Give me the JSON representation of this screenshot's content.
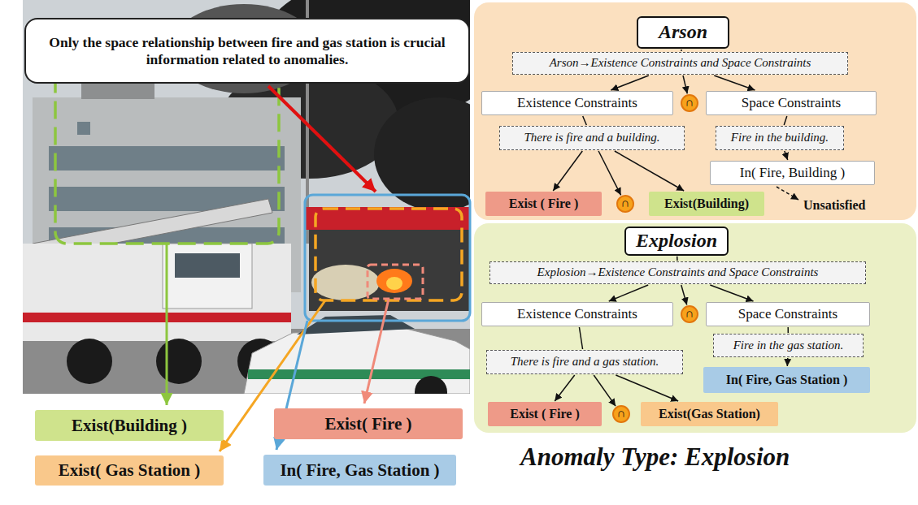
{
  "diagram": {
    "nodes": [
      {
        "text": [
          "Only the space relationship between fire and gas station is crucial information related to anomalies."
        ]
      },
      {
        "text": [
          "Exist(Building )"
        ]
      },
      {
        "text": [
          "Exist( Fire )"
        ]
      },
      {
        "text": [
          "Exist( Gas Station )"
        ]
      },
      {
        "text": [
          "In( Fire, Gas Station )"
        ]
      },
      {
        "text": [
          "Arson"
        ]
      },
      {
        "text": [
          "Arson→Existence Constraints and Space Constraints"
        ]
      },
      {
        "text": [
          "Existence Constraints"
        ]
      },
      {
        "text": [
          "∩"
        ]
      },
      {
        "text": [
          "Space Constraints"
        ]
      },
      {
        "text": [
          "There is fire and a building."
        ]
      },
      {
        "text": [
          "Fire in the building."
        ]
      },
      {
        "text": [
          "In( Fire, Building )"
        ]
      },
      {
        "text": [
          "Exist ( Fire )"
        ]
      },
      {
        "text": [
          "∩"
        ]
      },
      {
        "text": [
          "Exist(Building)"
        ]
      },
      {
        "text": [
          "Explosion"
        ]
      },
      {
        "text": [
          "Explosion→Existence Constraints and Space Constraints"
        ]
      },
      {
        "text": [
          "Existence Constraints"
        ]
      },
      {
        "text": [
          "∩"
        ]
      },
      {
        "text": [
          "Space Constraints"
        ]
      },
      {
        "text": [
          "There is fire and a gas station."
        ]
      },
      {
        "text": [
          "Fire in the gas station."
        ]
      },
      {
        "text": [
          "In( Fire, Gas Station )"
        ]
      },
      {
        "text": [
          "Exist ( Fire )"
        ]
      },
      {
        "text": [
          "∩"
        ]
      },
      {
        "text": [
          "Exist(Gas Station)"
        ]
      }
    ],
    "edges": [
      {
        "from": 5,
        "to": 6,
        "arrow": "none"
      },
      {
        "from": 6,
        "to": 7,
        "arrow": "to"
      },
      {
        "from": 6,
        "to": 8,
        "arrow": "to"
      },
      {
        "from": 6,
        "to": 9,
        "arrow": "to"
      },
      {
        "from": 7,
        "to": 10,
        "arrow": "none"
      },
      {
        "from": 10,
        "to": 13,
        "arrow": "to"
      },
      {
        "from": 10,
        "to": 14,
        "arrow": "to"
      },
      {
        "from": 10,
        "to": 15,
        "arrow": "to"
      },
      {
        "from": 9,
        "to": 11,
        "arrow": "none"
      },
      {
        "from": 11,
        "to": 12,
        "arrow": "to"
      },
      {
        "from": 16,
        "to": 17,
        "arrow": "none"
      },
      {
        "from": 17,
        "to": 18,
        "arrow": "to"
      },
      {
        "from": 17,
        "to": 19,
        "arrow": "to"
      },
      {
        "from": 17,
        "to": 20,
        "arrow": "to"
      },
      {
        "from": 18,
        "to": 21,
        "arrow": "none"
      },
      {
        "from": 21,
        "to": 24,
        "arrow": "to"
      },
      {
        "from": 21,
        "to": 25,
        "arrow": "to"
      },
      {
        "from": 21,
        "to": 26,
        "arrow": "to"
      },
      {
        "from": 20,
        "to": 22,
        "arrow": "none"
      },
      {
        "from": 22,
        "to": 23,
        "arrow": "to"
      }
    ],
    "labels": [
      "Unsatisfied",
      "Anomaly Type: Explosion"
    ]
  }
}
